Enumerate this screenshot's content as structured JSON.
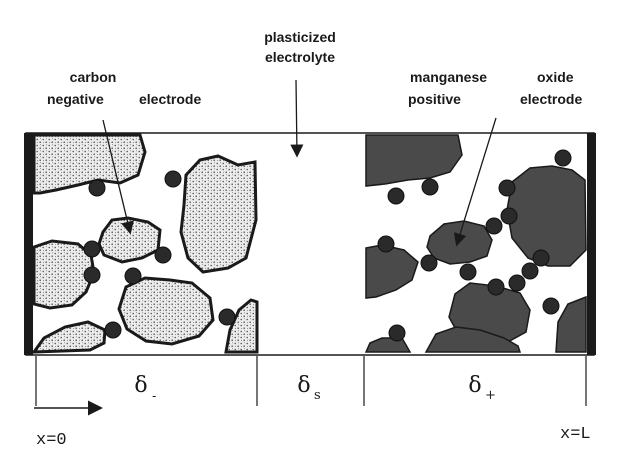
{
  "labels": {
    "electrolyte_line1": "plasticized",
    "electrolyte_line2": "electrolyte",
    "negative_line1": "carbon",
    "negative_line2": "negative",
    "negative_line2b": "electrode",
    "positive_line1": "manganese",
    "positive_line1b": "oxide",
    "positive_line2": "positive",
    "positive_line2b": "electrode"
  },
  "regions": {
    "neg_delta": "δ",
    "neg_sub": "-",
    "sep_delta": "δ",
    "sep_sub": "s",
    "pos_delta": "δ",
    "pos_sub": "+"
  },
  "coords": {
    "left": "x=0",
    "right": "x=L"
  },
  "colors": {
    "ink": "#1a1a1a",
    "carbon_fill": "#e9e9e9",
    "oxide_fill": "#4a4a4a",
    "particle": "#2a2a2a"
  }
}
